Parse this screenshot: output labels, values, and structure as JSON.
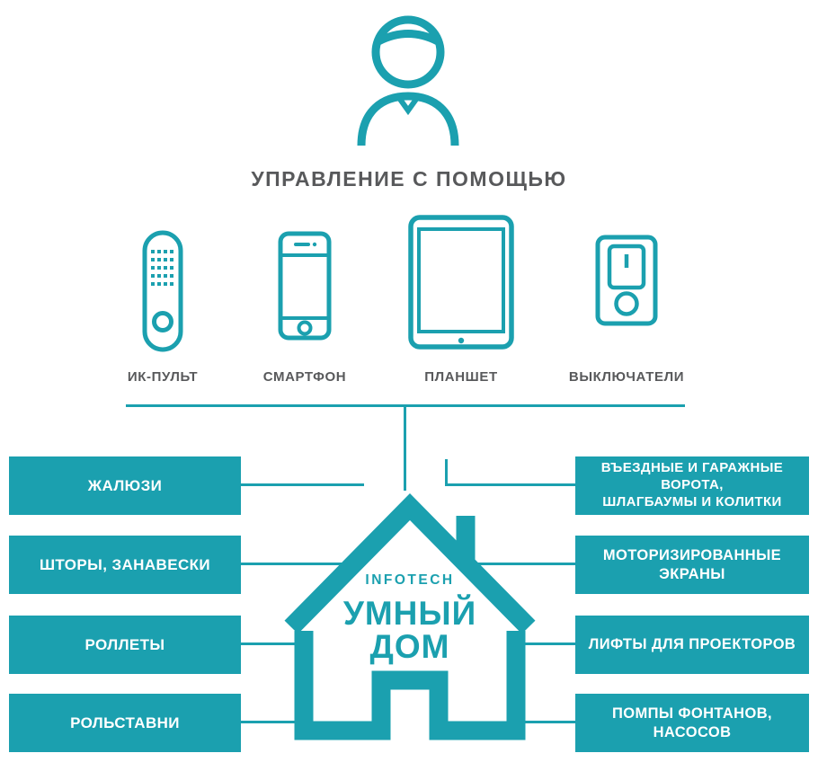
{
  "colors": {
    "teal": "#1BA0AF",
    "gray": "#58595B",
    "button_text": "#FFFFFF",
    "background": "#FFFFFF"
  },
  "header": {
    "title": "УПРАВЛЕНИЕ С ПОМОЩЬЮ"
  },
  "devices": [
    {
      "label": "ИК-ПУЛЬТ",
      "icon": "remote-control-icon"
    },
    {
      "label": "СМАРТФОН",
      "icon": "smartphone-icon"
    },
    {
      "label": "ПЛАНШЕТ",
      "icon": "tablet-icon"
    },
    {
      "label": "ВЫКЛЮЧАТЕЛИ",
      "icon": "wall-switch-icon"
    }
  ],
  "house": {
    "brand": "INFOTECH",
    "name_line1": "УМНЫЙ",
    "name_line2": "ДОМ"
  },
  "left_features": [
    {
      "label": "ЖАЛЮЗИ"
    },
    {
      "label": "ШТОРЫ, ЗАНАВЕСКИ"
    },
    {
      "label": "РОЛЛЕТЫ"
    },
    {
      "label": "РОЛЬСТАВНИ"
    }
  ],
  "right_features": [
    {
      "label": "ВЪЕЗДНЫЕ И ГАРАЖНЫЕ ВОРОТА,\nШЛАГБАУМЫ И КОЛИТКИ"
    },
    {
      "label": "МОТОРИЗИРОВАННЫЕ\nЭКРАНЫ"
    },
    {
      "label": "ЛИФТЫ ДЛЯ ПРОЕКТОРОВ"
    },
    {
      "label": "ПОМПЫ ФОНТАНОВ,\nНАСОСОВ"
    }
  ]
}
